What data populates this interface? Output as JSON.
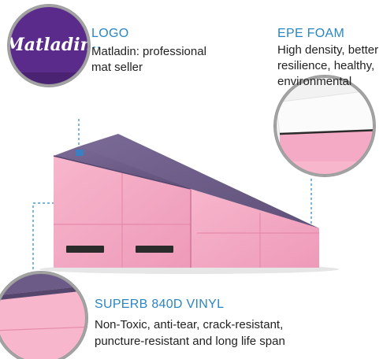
{
  "colors": {
    "accent": "#2a86c2",
    "mat_pink": "#f4a9c4",
    "mat_purple": "#6b5b86",
    "callout_ring": "#9e9e9e",
    "text": "#222222"
  },
  "logo_badge": {
    "brand_text": "Matladin"
  },
  "callouts": {
    "logo": {
      "title": "LOGO",
      "lines": [
        "Matladin: professional",
        "mat seller"
      ]
    },
    "foam": {
      "title": "EPE FOAM",
      "lines": [
        "High density, better",
        "resilience, healthy,",
        "environmental"
      ]
    },
    "vinyl": {
      "title": "SUPERB 840D VINYL",
      "lines": [
        "Non-Toxic, anti-tear, crack-resistant,",
        "puncture-resistant and long life span"
      ]
    }
  },
  "icons": {
    "logo_badge": "brand-badge-icon",
    "foam_detail": "foam-closeup-icon",
    "vinyl_detail": "vinyl-corner-icon",
    "mat": "incline-mat-image"
  }
}
